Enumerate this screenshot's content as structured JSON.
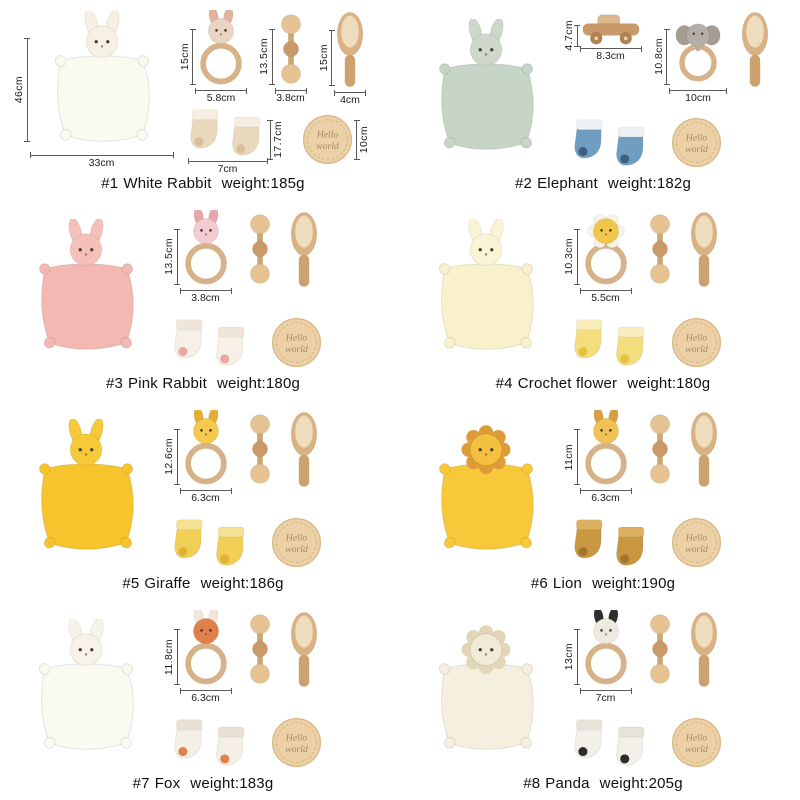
{
  "page": {
    "background": "#ffffff"
  },
  "disc": {
    "line1": "Hello",
    "line2": "world"
  },
  "palette": {
    "wood_ring": "#d7b289",
    "wood_rod": "#cfa574",
    "bead_light": "#e6c393",
    "bead_dark": "#c9996a",
    "brush_head": "#d9b183",
    "brush_bristles": "#eedcbc",
    "brush_handle": "#cda26f",
    "disc_fill": "#ecd0a6",
    "disc_text": "#a98a5e",
    "car_body": "#c9996a",
    "car_cabin": "#dcb68c",
    "car_wheel": "#b3814f"
  },
  "products": [
    {
      "number": "#1",
      "name": "White Rabbit",
      "weight": "weight:185g",
      "variant": "standard",
      "head": "bunny",
      "rattle_style": "bunny",
      "colors": {
        "blanket": "#fbfaf1",
        "head": "#f6f1e3",
        "mane": "#e9e0cc",
        "rattle": "#ecd4c2",
        "rattle2": "#e2b49e",
        "sock": "#ead9bd",
        "sock_cuff": "#f6efe0",
        "sock_accent": "#d9c09a"
      },
      "dims": {
        "blanket_h": "46cm",
        "blanket_w": "33cm",
        "rattle_h": "15cm",
        "rattle_w": "5.8cm",
        "toy_h": "13.5cm",
        "toy_w": "3.8cm",
        "brush_h": "15cm",
        "brush_w": "4cm",
        "sock_w": "7cm",
        "sock_h": "17.7cm",
        "disc_d": "10cm"
      }
    },
    {
      "number": "#2",
      "name": "Elephant",
      "weight": "weight:182g",
      "variant": "elephant",
      "head": "bunny",
      "rattle_style": "bunny",
      "colors": {
        "blanket": "#c6d5c5",
        "head": "#cdd8ca",
        "mane": "#b9c6b6",
        "rattle": "#b5aea6",
        "rattle2": "#a59d94",
        "sock": "#6f9ec2",
        "sock_cuff": "#eef1f3",
        "sock_accent": "#3d5e7e"
      },
      "dims": {
        "car_h": "4.7cm",
        "car_w": "8.3cm",
        "rattle_h": "10.8cm",
        "rattle_w": "10cm"
      }
    },
    {
      "number": "#3",
      "name": "Pink Rabbit",
      "weight": "weight:180g",
      "variant": "standard",
      "head": "bunny",
      "rattle_style": "bunny",
      "colors": {
        "blanket": "#f3b8b2",
        "head": "#f5c0ba",
        "mane": "#e8a9a2",
        "rattle": "#f3cbd0",
        "rattle2": "#e5a6ad",
        "sock": "#f6f0e7",
        "sock_cuff": "#efe6d8",
        "sock_accent": "#e8a7a0"
      },
      "dims": {
        "rattle_h": "13.5cm",
        "rattle_w": "3.8cm"
      }
    },
    {
      "number": "#4",
      "name": "Crochet flower",
      "weight": "weight:180g",
      "variant": "standard",
      "head": "bunny",
      "rattle_style": "flower",
      "colors": {
        "blanket": "#f9f1cb",
        "head": "#faf3d6",
        "mane": "#eee1b5",
        "rattle": "#f1c64b",
        "rattle2": "#f7f3e8",
        "sock": "#f3dd7d",
        "sock_cuff": "#f8edbb",
        "sock_accent": "#e4c243"
      },
      "dims": {
        "rattle_h": "10.3cm",
        "rattle_w": "5.5cm"
      }
    },
    {
      "number": "#5",
      "name": "Giraffe",
      "weight": "weight:186g",
      "variant": "standard",
      "head": "bunny",
      "rattle_style": "bunny",
      "colors": {
        "blanket": "#f6c42d",
        "head": "#f6c938",
        "mane": "#e3ad2d",
        "rattle": "#f4c94e",
        "rattle2": "#e5ae35",
        "sock": "#f1cf55",
        "sock_cuff": "#f6e293",
        "sock_accent": "#dfb137"
      },
      "dims": {
        "rattle_h": "12.6cm",
        "rattle_w": "6.3cm"
      }
    },
    {
      "number": "#6",
      "name": "Lion",
      "weight": "weight:190g",
      "variant": "standard",
      "head": "lion",
      "rattle_style": "bunny",
      "colors": {
        "blanket": "#f7c83a",
        "head": "#f4c03f",
        "mane": "#dd9c38",
        "rattle": "#f1c155",
        "rattle2": "#d99f3e",
        "sock": "#c8973f",
        "sock_cuff": "#dcb05f",
        "sock_accent": "#a5742c"
      },
      "dims": {
        "rattle_h": "11cm",
        "rattle_w": "6.3cm"
      }
    },
    {
      "number": "#7",
      "name": "Fox",
      "weight": "weight:183g",
      "variant": "standard",
      "head": "bunny",
      "rattle_style": "bunny",
      "colors": {
        "blanket": "#fbfaf2",
        "head": "#f7f3e9",
        "mane": "#e8dfc9",
        "rattle": "#e2804c",
        "rattle2": "#f2e7d8",
        "sock": "#f5f0e7",
        "sock_cuff": "#e9e1d3",
        "sock_accent": "#e2814d"
      },
      "dims": {
        "rattle_h": "11.8cm",
        "rattle_w": "6.3cm"
      }
    },
    {
      "number": "#8",
      "name": "Panda",
      "weight": "weight:205g",
      "variant": "standard",
      "head": "lion",
      "rattle_style": "bunny",
      "colors": {
        "blanket": "#f5efdf",
        "head": "#f1ead6",
        "mane": "#e2d6b6",
        "rattle": "#edeae1",
        "rattle2": "#2f2f2f",
        "sock": "#f3f0e9",
        "sock_cuff": "#e7e3d9",
        "sock_accent": "#2b2b2b"
      },
      "dims": {
        "rattle_h": "13cm",
        "rattle_w": "7cm"
      }
    }
  ]
}
